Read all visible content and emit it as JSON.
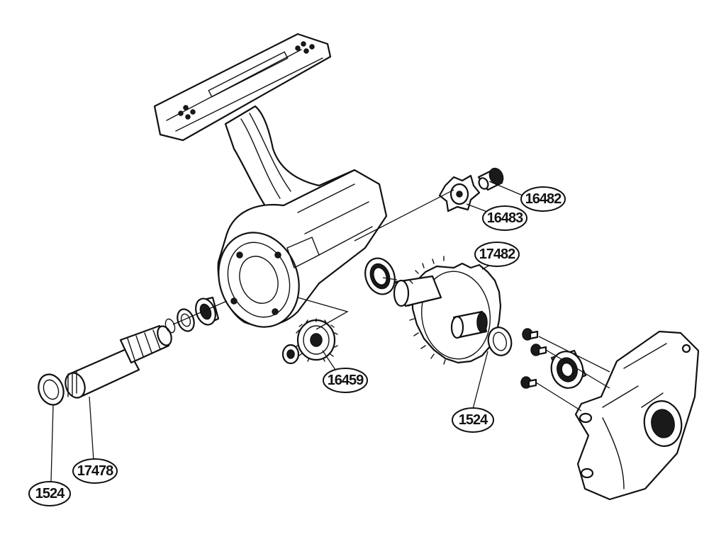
{
  "callouts": {
    "part_16482": "16482",
    "part_16483": "16483",
    "part_17482": "17482",
    "part_16459": "16459",
    "part_1524_right": "1524",
    "part_17478": "17478",
    "part_1524_left": "1524"
  },
  "colors": {
    "line": "#111111",
    "fill": "#ffffff",
    "shade": "#9a9a9a"
  }
}
